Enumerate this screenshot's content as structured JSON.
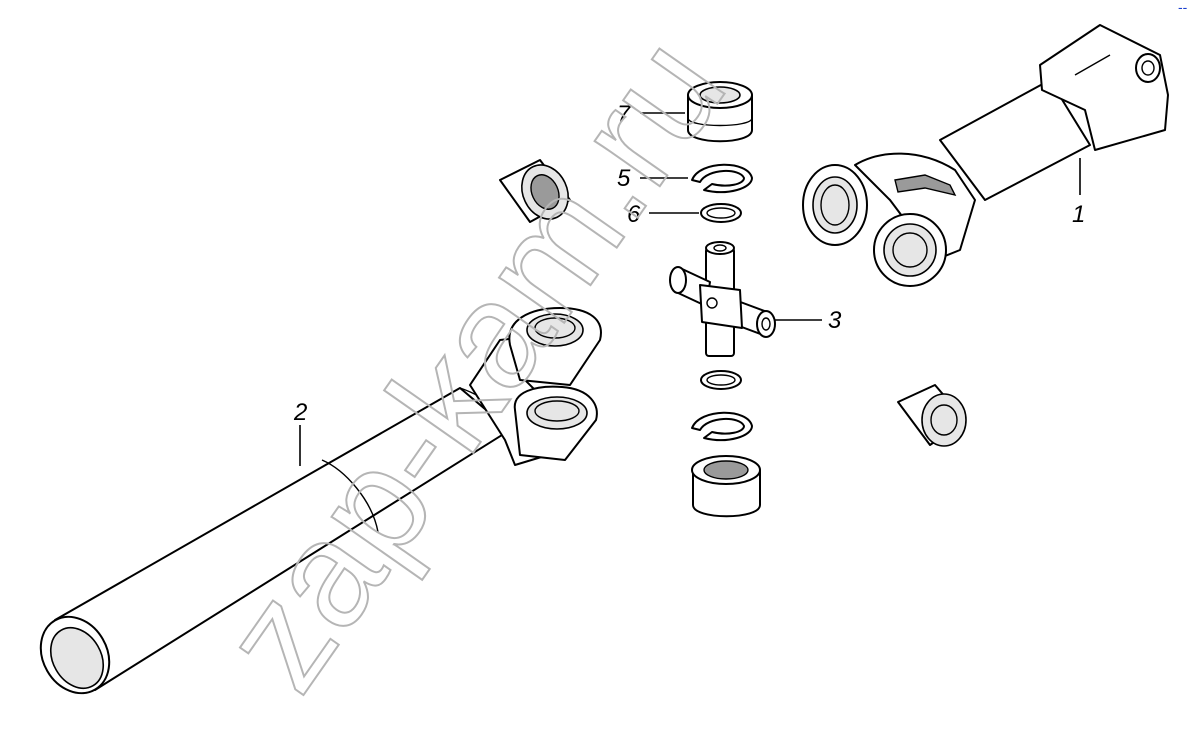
{
  "watermark": "zap-kam.ru",
  "corner_mark": "--",
  "callouts": [
    {
      "id": "1",
      "label": "1"
    },
    {
      "id": "2",
      "label": "2"
    },
    {
      "id": "3",
      "label": "3"
    },
    {
      "id": "5",
      "label": "5"
    },
    {
      "id": "6",
      "label": "6"
    },
    {
      "id": "7",
      "label": "7"
    }
  ]
}
